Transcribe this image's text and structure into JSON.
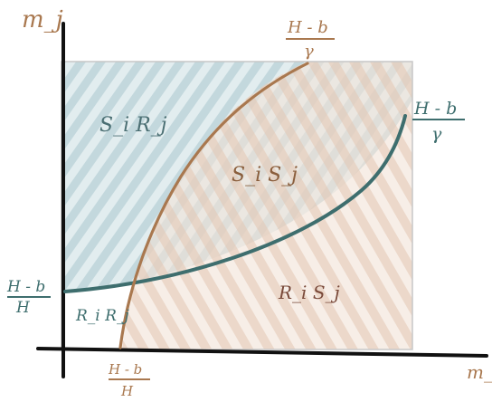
{
  "axes": {
    "y_label": "m_j",
    "x_label": "m_i"
  },
  "region_labels": {
    "top_left": "S_i R_j",
    "middle": "S_i S_j",
    "bottom_right": "R_i S_j",
    "bottom_left": "R_i R_j"
  },
  "fractions": {
    "y_intercept": {
      "numerator": "H - b",
      "denominator": "H"
    },
    "x_intercept": {
      "numerator": "H - b",
      "denominator": "H"
    },
    "brown_curve_top": {
      "numerator": "H - b",
      "denominator": "γ"
    },
    "teal_curve_right": {
      "numerator": "H - b",
      "denominator": "γ"
    }
  },
  "colors": {
    "axis": "#111111",
    "box": "#c9c9c9",
    "teal_curve": "#3e6e6e",
    "brown_curve": "#a9784f",
    "teal_wash": "#b8d0d6",
    "brown_wash": "#e9d2c2",
    "region_text_teal": "#4b6f73",
    "region_text_brown": "#8a5e3c",
    "bottom_right_text": "#7a4a3a"
  }
}
